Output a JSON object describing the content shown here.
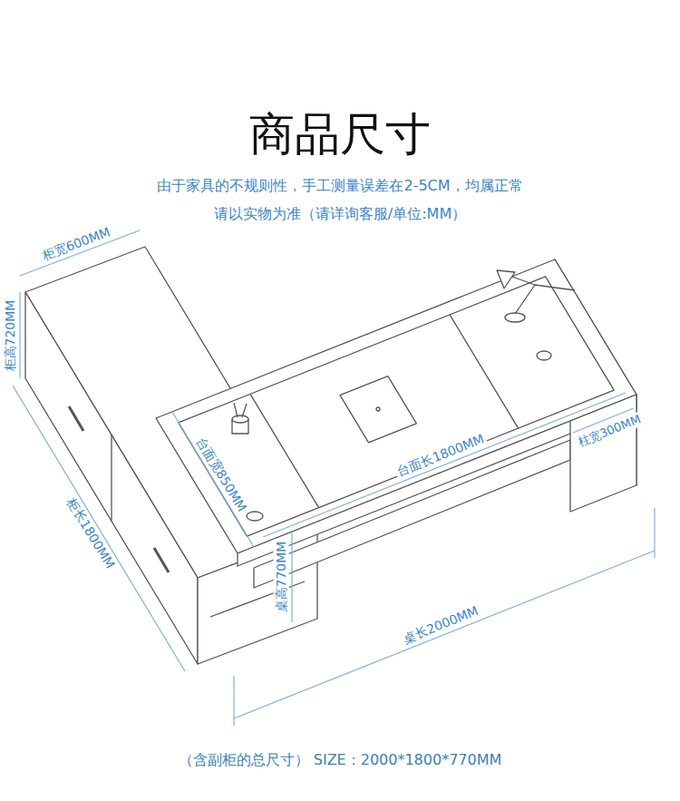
{
  "diagram": {
    "title": "商品尺寸",
    "caption": "（含副柜的总尺寸） SIZE：2000*1800*770MM",
    "labels": [
      "由于家具的不规则性，手工测量误差在2-5CM，均属正常",
      "请以实物为准（请详询客服/单位:MM）",
      "柜宽600MM",
      "柜高720MM",
      "柜长1800MM",
      "台面宽850MM",
      "台面长1800MM",
      "柱宽300MM",
      "桌高770MM",
      "桌长2000MM"
    ]
  }
}
